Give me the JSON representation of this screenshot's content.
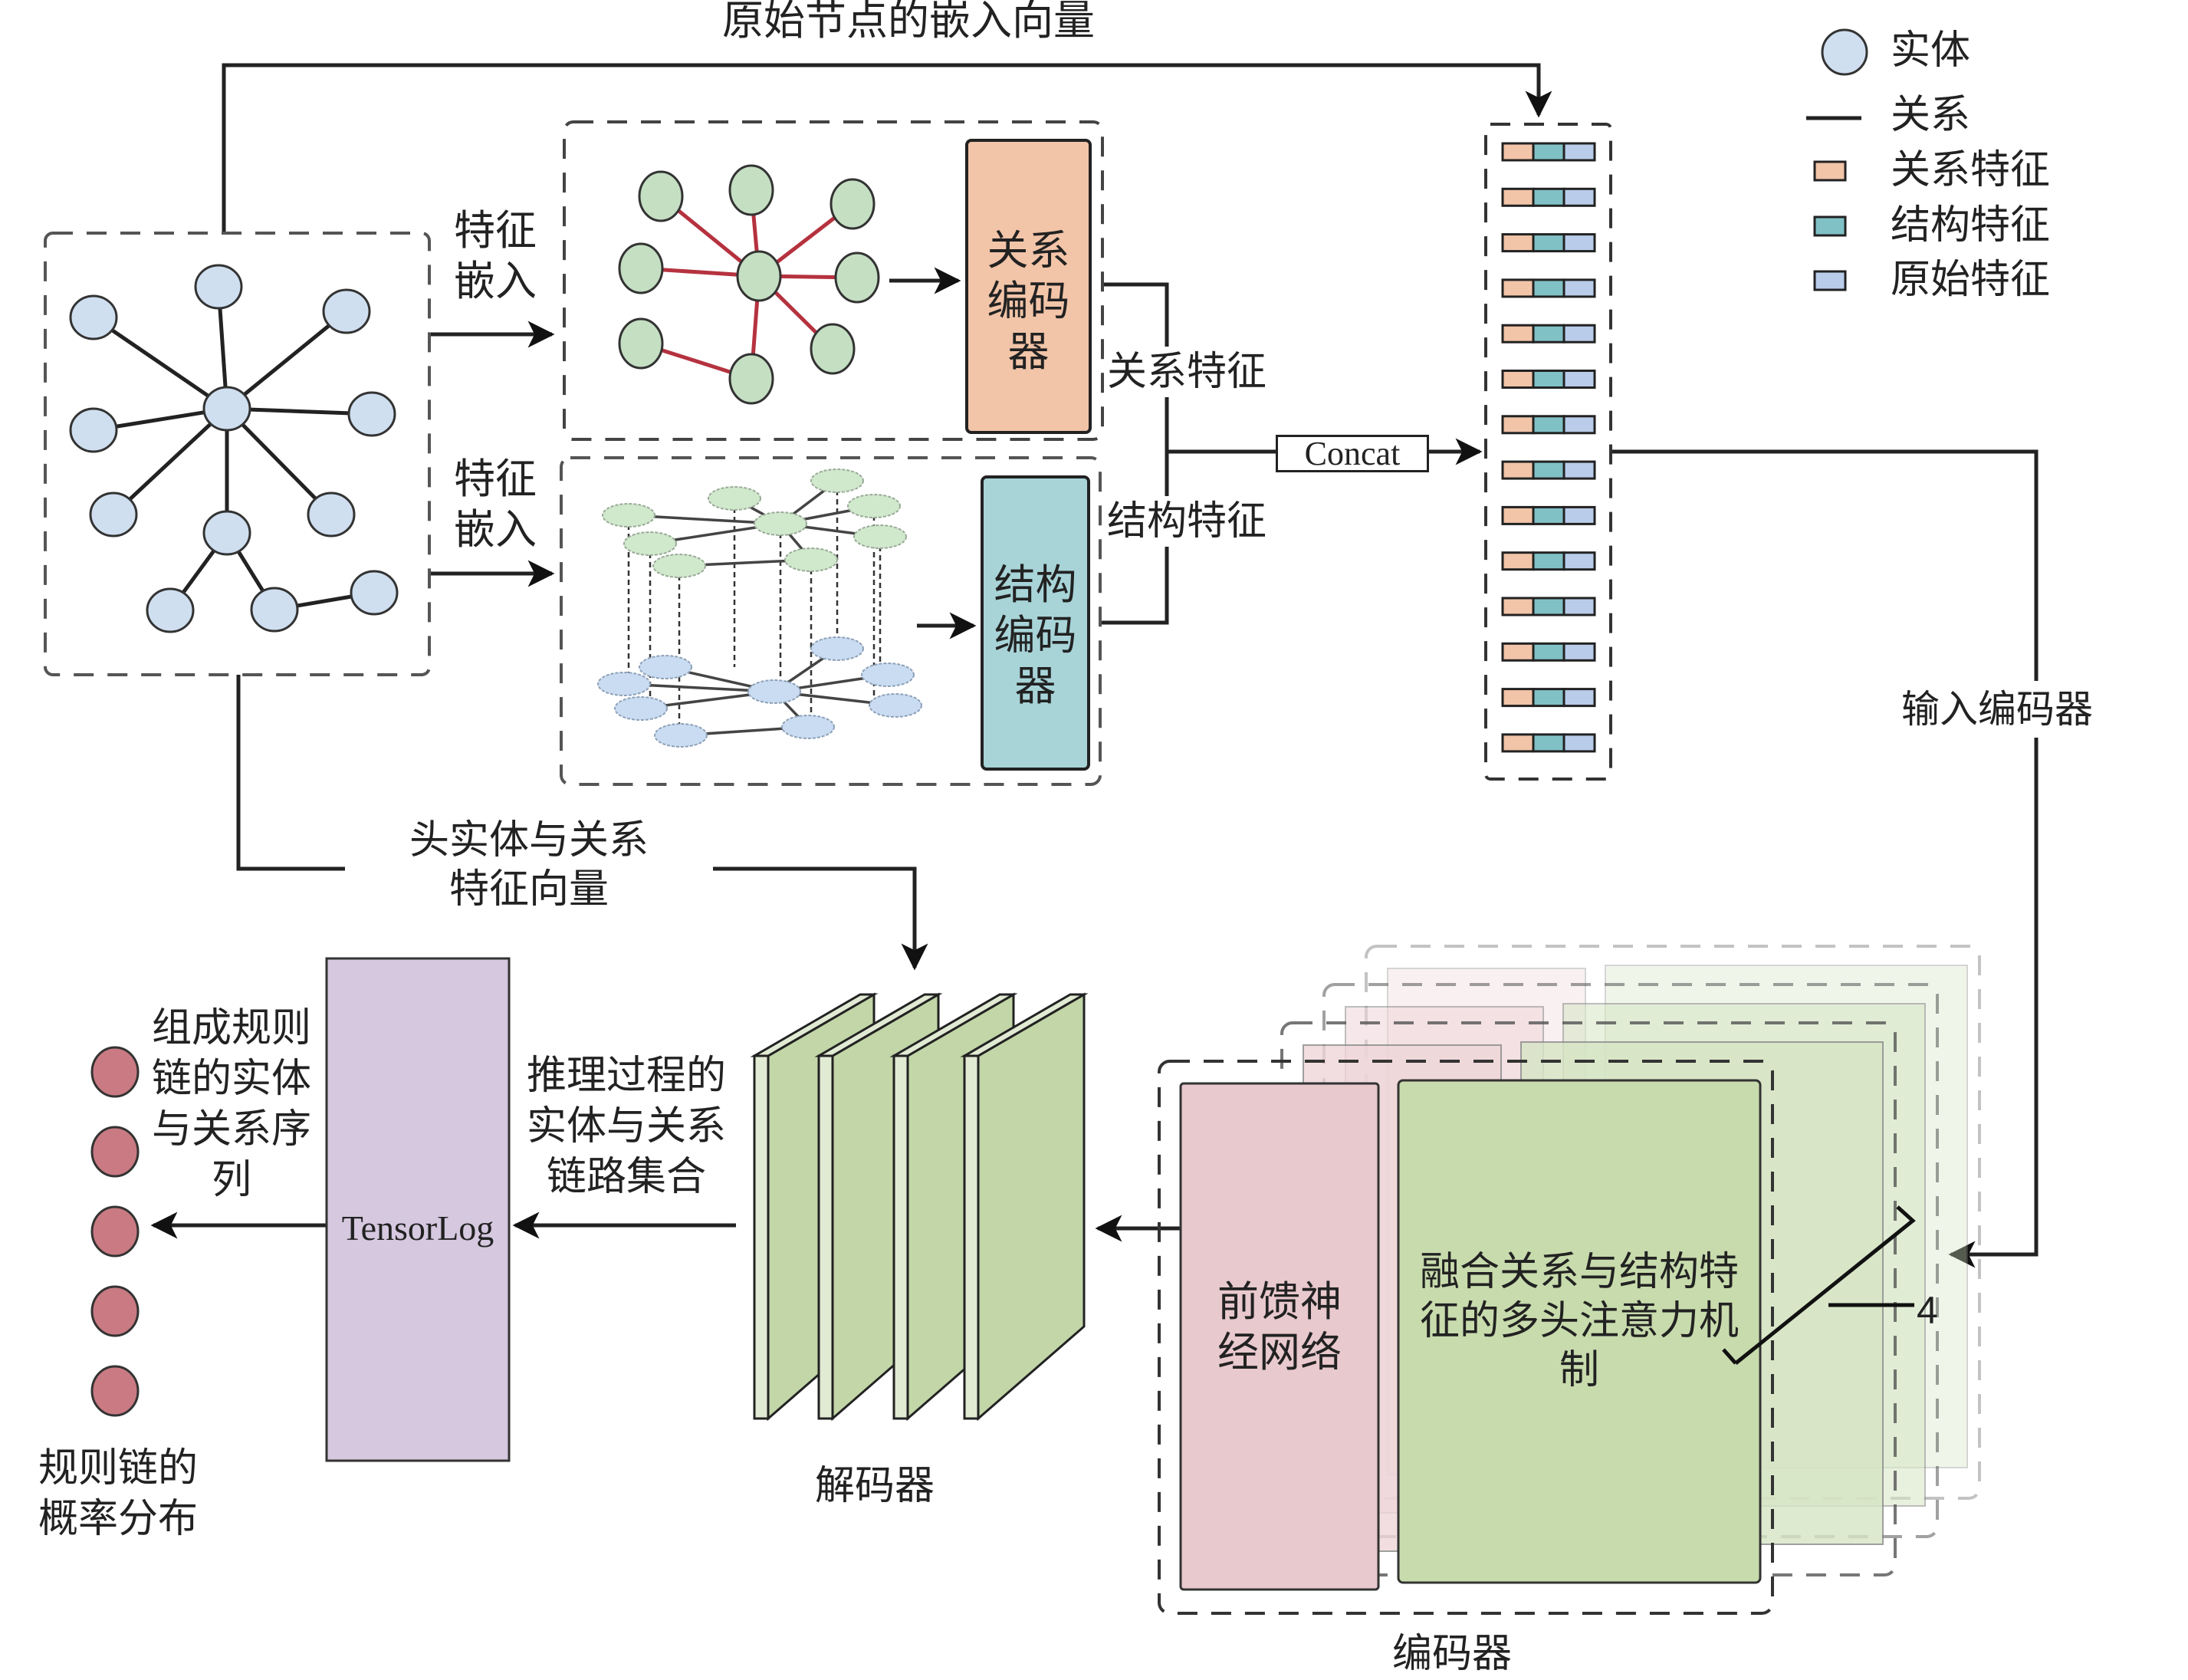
{
  "title_top": "原始节点的嵌入向量",
  "legend": {
    "items": [
      {
        "label": "实体",
        "kind": "circle",
        "color": "#cfdff0"
      },
      {
        "label": "关系",
        "kind": "line",
        "color": "#222222"
      },
      {
        "label": "关系特征",
        "kind": "rect",
        "color": "#f2c4a8"
      },
      {
        "label": "结构特征",
        "kind": "rect",
        "color": "#80c1c6"
      },
      {
        "label": "原始特征",
        "kind": "rect",
        "color": "#b9cce9"
      }
    ]
  },
  "feature_embed_top": [
    "特征",
    "嵌入"
  ],
  "feature_embed_bottom": [
    "特征",
    "嵌入"
  ],
  "relation_encoder": {
    "lines": [
      "关系",
      "编码",
      "器"
    ],
    "color": "#f2c4a8"
  },
  "structure_encoder": {
    "lines": [
      "结构",
      "编码",
      "器"
    ],
    "color": "#a8d4d8"
  },
  "relation_feature_label": "关系特征",
  "structure_feature_label": "结构特征",
  "concat_label": "Concat",
  "input_encoder_label": "输入编码器",
  "head_entity_label": [
    "头实体与关系",
    "特征向量"
  ],
  "tensorlog_label": "TensorLog",
  "reasoning_label": [
    "推理过程的",
    "实体与关系",
    "链路集合"
  ],
  "rule_seq_label": [
    "组成规则",
    "链的实体",
    "与关系序",
    "列"
  ],
  "rule_prob_label": [
    "规则链的",
    "概率分布"
  ],
  "decoder_label": "解码器",
  "encoder_label": "编码器",
  "ffn_label": [
    "前馈神",
    "经网络"
  ],
  "attention_label": [
    "融合关系与结构特",
    "征的多头注意力机",
    "制"
  ],
  "repeat_count": "4",
  "colors": {
    "entity_blue": "#cfdff0",
    "entity_green": "#c5dfc3",
    "relation_red": "#b5323f",
    "output_node": "#c97a82",
    "tensorlog_fill": "#d5c8df",
    "decoder_plate": "#c2d6a8",
    "decoder_edge": "#e1ead3",
    "ffn_fill": "#e8c9cd",
    "attention_fill": "#c8dbad"
  },
  "vector_rows": 14,
  "output_nodes": 5,
  "decoder_plates": 4
}
